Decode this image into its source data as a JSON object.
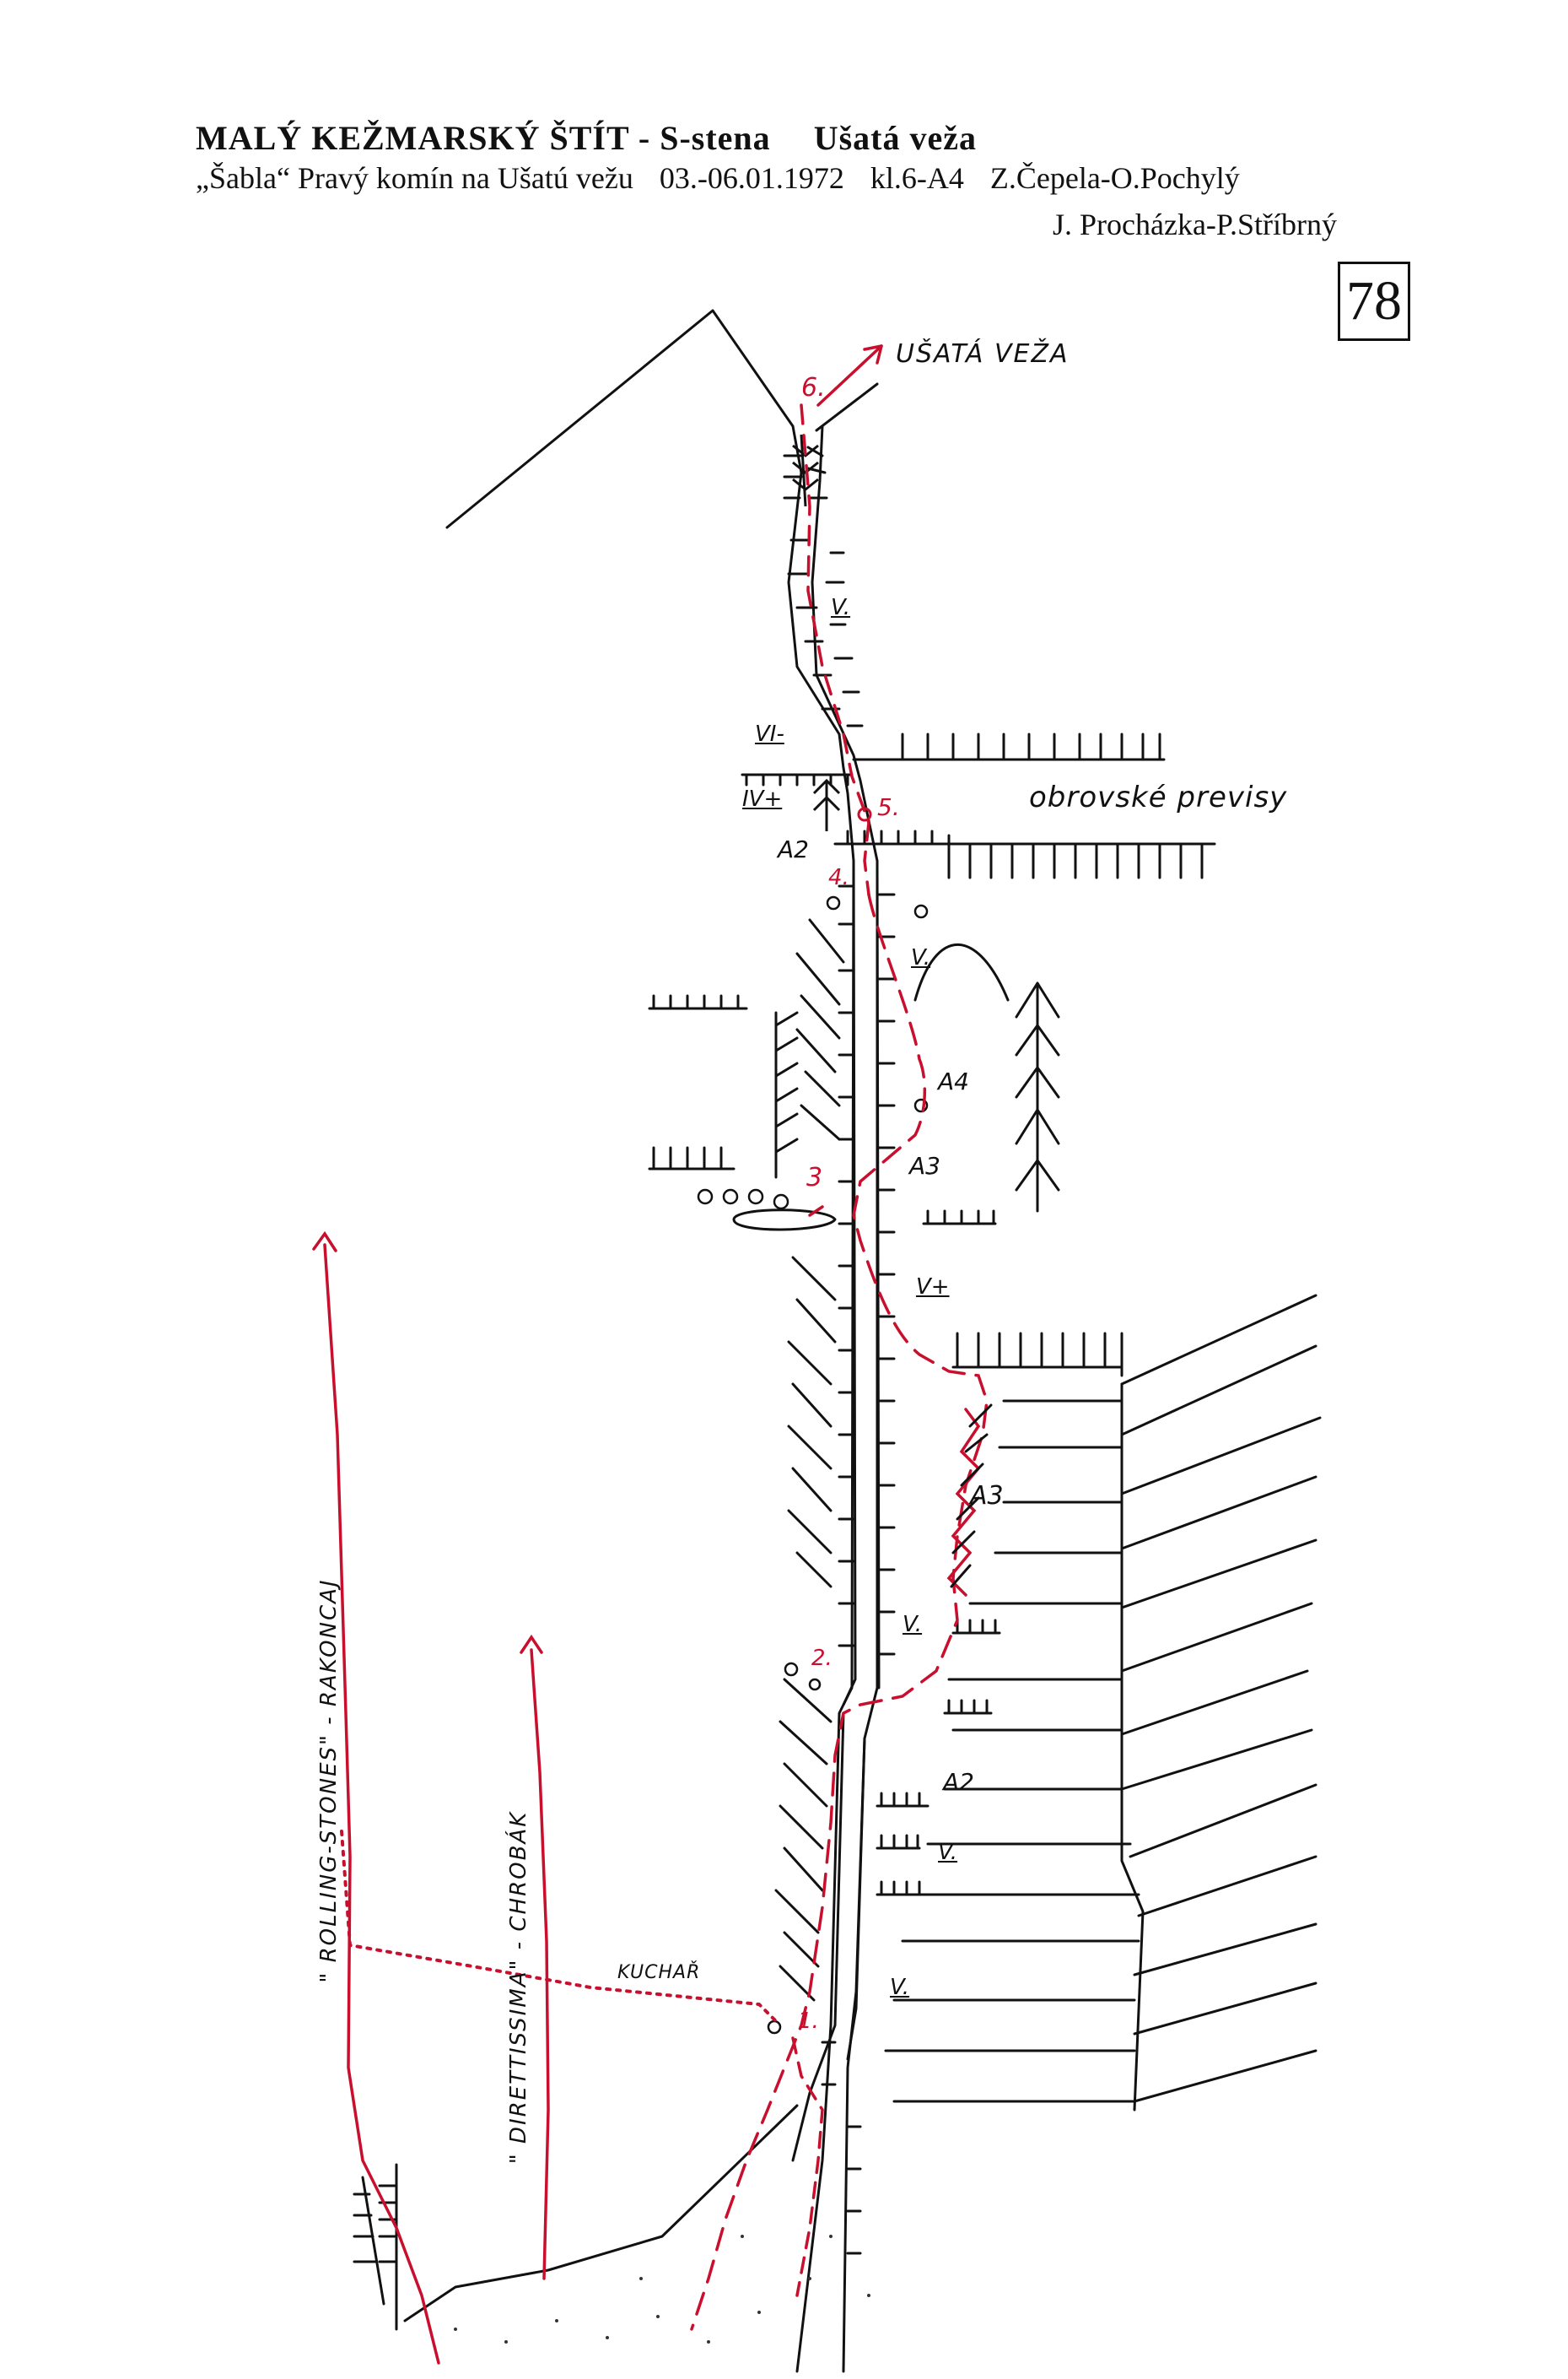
{
  "header": {
    "title": "MALÝ KEŽMARSKÝ ŠTÍT - S-stena",
    "subtitle": "Ušatá veža",
    "route": "„Šabla“ Pravý komín na Ušatú vežu",
    "dates": "03.-06.01.1972",
    "grade": "kl.6-A4",
    "authors_1": "Z.Čepela-O.Pochylý",
    "authors_2": "J. Procházka-P.Stříbrný",
    "page_number": "78"
  },
  "topo": {
    "summit_label": "UŠATÁ VEŽA",
    "overhang_label": "obrovské previsy",
    "traverse_label": "KUCHAŘ",
    "route_left": "\" ROLLING-STONES\" - RAKONCAJ",
    "route_mid": "\" DIRETTISSIMA\" - CHROBÁK",
    "belays": [
      "1.",
      "2.",
      "3",
      "4.",
      "5.",
      "6."
    ],
    "grades": [
      "V.",
      "VI-",
      "IV+",
      "A2",
      "V.",
      "A4",
      "A3",
      "V+",
      "A3",
      "V.",
      "A2",
      "V.",
      "V."
    ],
    "colors": {
      "route": "#c8102e",
      "ink": "#111111"
    }
  }
}
